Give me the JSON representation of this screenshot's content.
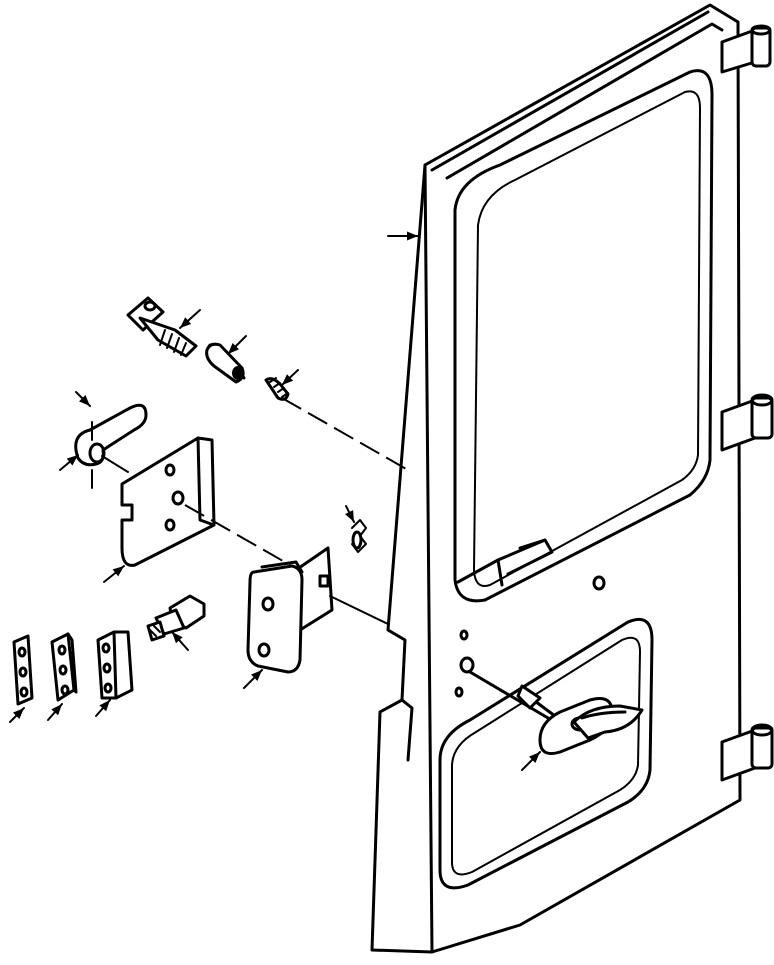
{
  "figure": {
    "type": "exploded-parts-diagram",
    "labels": []
  },
  "parts": [
    {
      "name": "door-panel"
    },
    {
      "name": "window-glass"
    },
    {
      "name": "upper-hinge"
    },
    {
      "name": "middle-hinge"
    },
    {
      "name": "lower-hinge"
    },
    {
      "name": "latch-bolt"
    },
    {
      "name": "bushing"
    },
    {
      "name": "spring"
    },
    {
      "name": "u-handle"
    },
    {
      "name": "latch-plate"
    },
    {
      "name": "tension-spring"
    },
    {
      "name": "striker-block"
    },
    {
      "name": "shoulder-bolt"
    },
    {
      "name": "shim-plate-thin"
    },
    {
      "name": "shim-plate-medium"
    },
    {
      "name": "shim-block-thick"
    },
    {
      "name": "door-handle"
    }
  ],
  "callouts": [
    {
      "target": "door-panel"
    },
    {
      "target": "latch-bolt"
    },
    {
      "target": "bushing"
    },
    {
      "target": "spring"
    },
    {
      "target": "u-handle-pin"
    },
    {
      "target": "u-handle"
    },
    {
      "target": "latch-plate"
    },
    {
      "target": "tension-spring"
    },
    {
      "target": "striker-block"
    },
    {
      "target": "shoulder-bolt"
    },
    {
      "target": "shim-plate-thin"
    },
    {
      "target": "shim-plate-medium"
    },
    {
      "target": "shim-block-thick"
    },
    {
      "target": "door-handle"
    }
  ]
}
